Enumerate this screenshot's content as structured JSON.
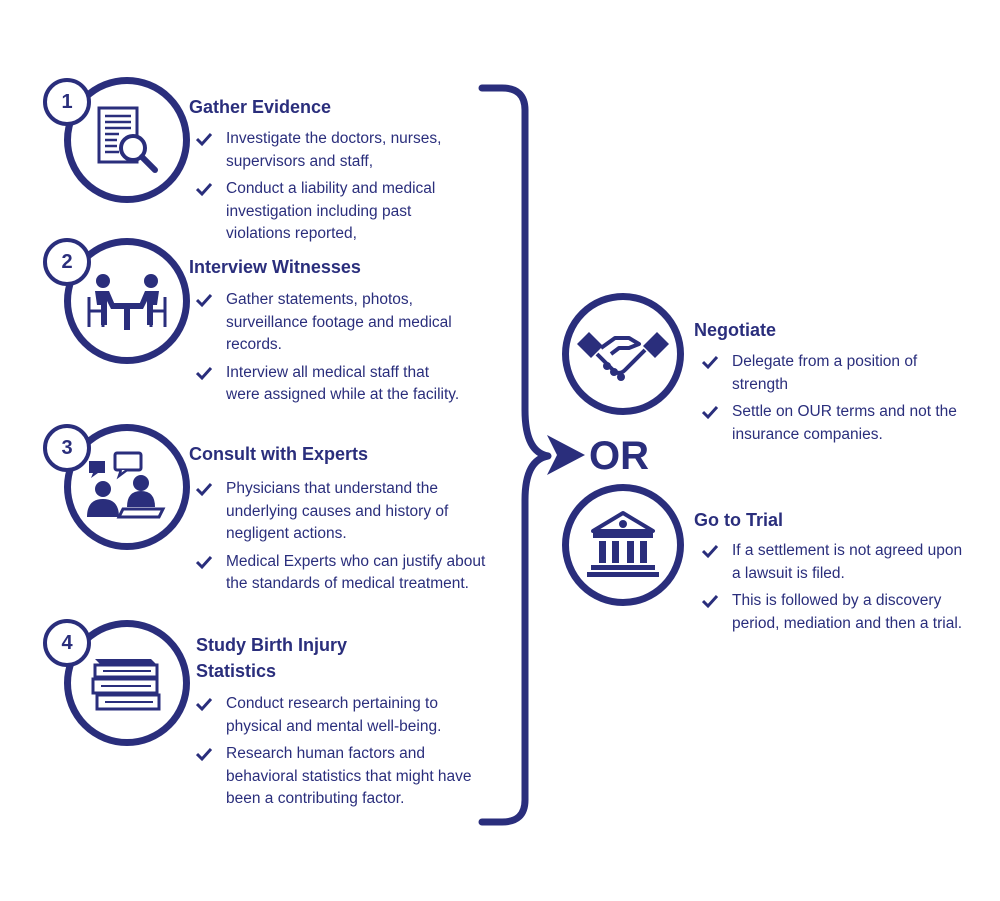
{
  "steps": [
    {
      "number": "1",
      "title": "Gather Evidence",
      "bullets": [
        "Investigate the doctors, nurses, supervisors and staff,",
        "Conduct a liability and medical investigation including past violations reported,"
      ]
    },
    {
      "number": "2",
      "title": "Interview Witnesses",
      "bullets": [
        "Gather statements, photos, surveillance footage and medical records.",
        "Interview all medical staff that were assigned while at the facility."
      ]
    },
    {
      "number": "3",
      "title": "Consult with Experts",
      "bullets": [
        "Physicians that understand the underlying causes and history of negligent actions.",
        "Medical Experts who can justify about the standards of medical treatment."
      ]
    },
    {
      "number": "4",
      "title": "Study Birth Injury Statistics",
      "bullets": [
        "Conduct research pertaining to physical and mental well-being.",
        "Research human factors and behavioral statistics that might have been a contributing factor."
      ]
    }
  ],
  "connector_text": "OR",
  "outcomes": [
    {
      "title": "Negotiate",
      "bullets": [
        "Delegate from a position of strength",
        "Settle on OUR terms and not the insurance companies."
      ]
    },
    {
      "title": "Go to Trial",
      "bullets": [
        "If a settlement is not agreed upon a lawsuit is filed.",
        "This is followed by a discovery period, mediation and then a trial."
      ]
    }
  ],
  "colors": {
    "primary": "#2a2e7c",
    "background": "#ffffff"
  },
  "icons": [
    "document-search-icon",
    "interview-table-icon",
    "consult-expert-icon",
    "books-icon",
    "handshake-icon",
    "courthouse-icon",
    "check-icon",
    "arrow-right-icon"
  ]
}
